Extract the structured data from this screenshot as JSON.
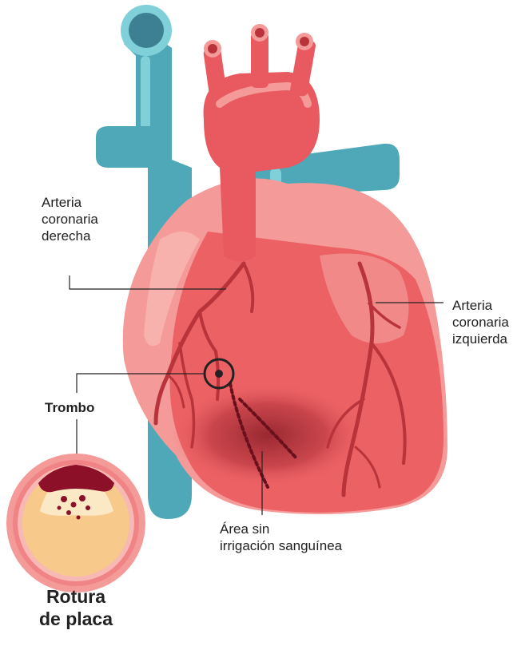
{
  "labels": {
    "right_coronary": [
      "Arteria",
      "coronaria",
      "derecha"
    ],
    "left_coronary": [
      "Arteria",
      "coronaria",
      "izquierda"
    ],
    "unirrigated_area": [
      "Área sin",
      "irrigación sanguínea"
    ],
    "thrombus": "Trombo",
    "plaque_rupture": [
      "Rotura",
      "de placa"
    ]
  },
  "colors": {
    "vein_blue": "#4fa8b8",
    "vein_light": "#7fd0d8",
    "aorta_red": "#e85a60",
    "heart_main": "#ec6164",
    "heart_light": "#f49a98",
    "vessel_dark": "#b8343a",
    "ischemia": "#8a1e28",
    "plaque_yellow": "#f7c98a",
    "clot": "#8b1028"
  }
}
